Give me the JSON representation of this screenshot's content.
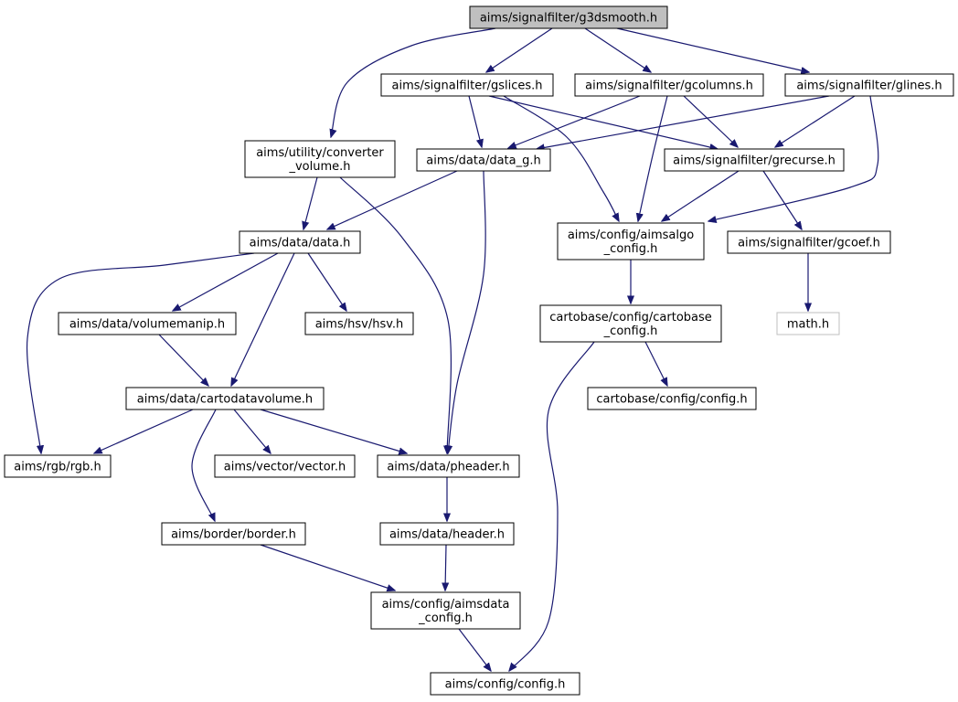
{
  "graph": {
    "title": "aims/signalfilter/g3dsmooth.h",
    "colors": {
      "edge": "#191970",
      "root_fill": "#bfbfbf",
      "external_stroke": "#bfbfbf"
    },
    "nodes": {
      "g3dsmooth": {
        "lines": [
          "aims/signalfilter/g3dsmooth.h"
        ],
        "kind": "root"
      },
      "gslices": {
        "lines": [
          "aims/signalfilter/gslices.h"
        ]
      },
      "gcolumns": {
        "lines": [
          "aims/signalfilter/gcolumns.h"
        ]
      },
      "glines": {
        "lines": [
          "aims/signalfilter/glines.h"
        ]
      },
      "converter": {
        "lines": [
          "aims/utility/converter",
          "_volume.h"
        ]
      },
      "data_g": {
        "lines": [
          "aims/data/data_g.h"
        ]
      },
      "grecurse": {
        "lines": [
          "aims/signalfilter/grecurse.h"
        ]
      },
      "data": {
        "lines": [
          "aims/data/data.h"
        ]
      },
      "aimsalgo_cfg": {
        "lines": [
          "aims/config/aimsalgo",
          "_config.h"
        ]
      },
      "gcoef": {
        "lines": [
          "aims/signalfilter/gcoef.h"
        ]
      },
      "volumemanip": {
        "lines": [
          "aims/data/volumemanip.h"
        ]
      },
      "hsv": {
        "lines": [
          "aims/hsv/hsv.h"
        ]
      },
      "cartobase_cfg": {
        "lines": [
          "cartobase/config/cartobase",
          "_config.h"
        ]
      },
      "math": {
        "lines": [
          "math.h"
        ],
        "kind": "external"
      },
      "cartodata": {
        "lines": [
          "aims/data/cartodatavolume.h"
        ]
      },
      "cb_config": {
        "lines": [
          "cartobase/config/config.h"
        ]
      },
      "rgb": {
        "lines": [
          "aims/rgb/rgb.h"
        ]
      },
      "vector": {
        "lines": [
          "aims/vector/vector.h"
        ]
      },
      "pheader": {
        "lines": [
          "aims/data/pheader.h"
        ]
      },
      "border": {
        "lines": [
          "aims/border/border.h"
        ]
      },
      "header": {
        "lines": [
          "aims/data/header.h"
        ]
      },
      "aimsdata_cfg": {
        "lines": [
          "aims/config/aimsdata",
          "_config.h"
        ]
      },
      "config": {
        "lines": [
          "aims/config/config.h"
        ]
      }
    },
    "edges": [
      [
        "g3dsmooth",
        "converter"
      ],
      [
        "g3dsmooth",
        "gslices"
      ],
      [
        "g3dsmooth",
        "gcolumns"
      ],
      [
        "g3dsmooth",
        "glines"
      ],
      [
        "gslices",
        "data_g"
      ],
      [
        "gslices",
        "grecurse"
      ],
      [
        "gslices",
        "aimsalgo_cfg"
      ],
      [
        "gcolumns",
        "data_g"
      ],
      [
        "gcolumns",
        "grecurse"
      ],
      [
        "gcolumns",
        "aimsalgo_cfg"
      ],
      [
        "glines",
        "data_g"
      ],
      [
        "glines",
        "grecurse"
      ],
      [
        "glines",
        "aimsalgo_cfg"
      ],
      [
        "converter",
        "data"
      ],
      [
        "converter",
        "pheader"
      ],
      [
        "data_g",
        "data"
      ],
      [
        "data_g",
        "pheader"
      ],
      [
        "grecurse",
        "aimsalgo_cfg"
      ],
      [
        "grecurse",
        "gcoef"
      ],
      [
        "data",
        "rgb"
      ],
      [
        "data",
        "volumemanip"
      ],
      [
        "data",
        "cartodata"
      ],
      [
        "data",
        "hsv"
      ],
      [
        "aimsalgo_cfg",
        "cartobase_cfg"
      ],
      [
        "gcoef",
        "math"
      ],
      [
        "volumemanip",
        "cartodata"
      ],
      [
        "cartobase_cfg",
        "cb_config"
      ],
      [
        "cartobase_cfg",
        "config"
      ],
      [
        "cartodata",
        "rgb"
      ],
      [
        "cartodata",
        "vector"
      ],
      [
        "cartodata",
        "pheader"
      ],
      [
        "cartodata",
        "border"
      ],
      [
        "pheader",
        "header"
      ],
      [
        "border",
        "aimsdata_cfg"
      ],
      [
        "header",
        "aimsdata_cfg"
      ],
      [
        "aimsdata_cfg",
        "config"
      ]
    ]
  }
}
